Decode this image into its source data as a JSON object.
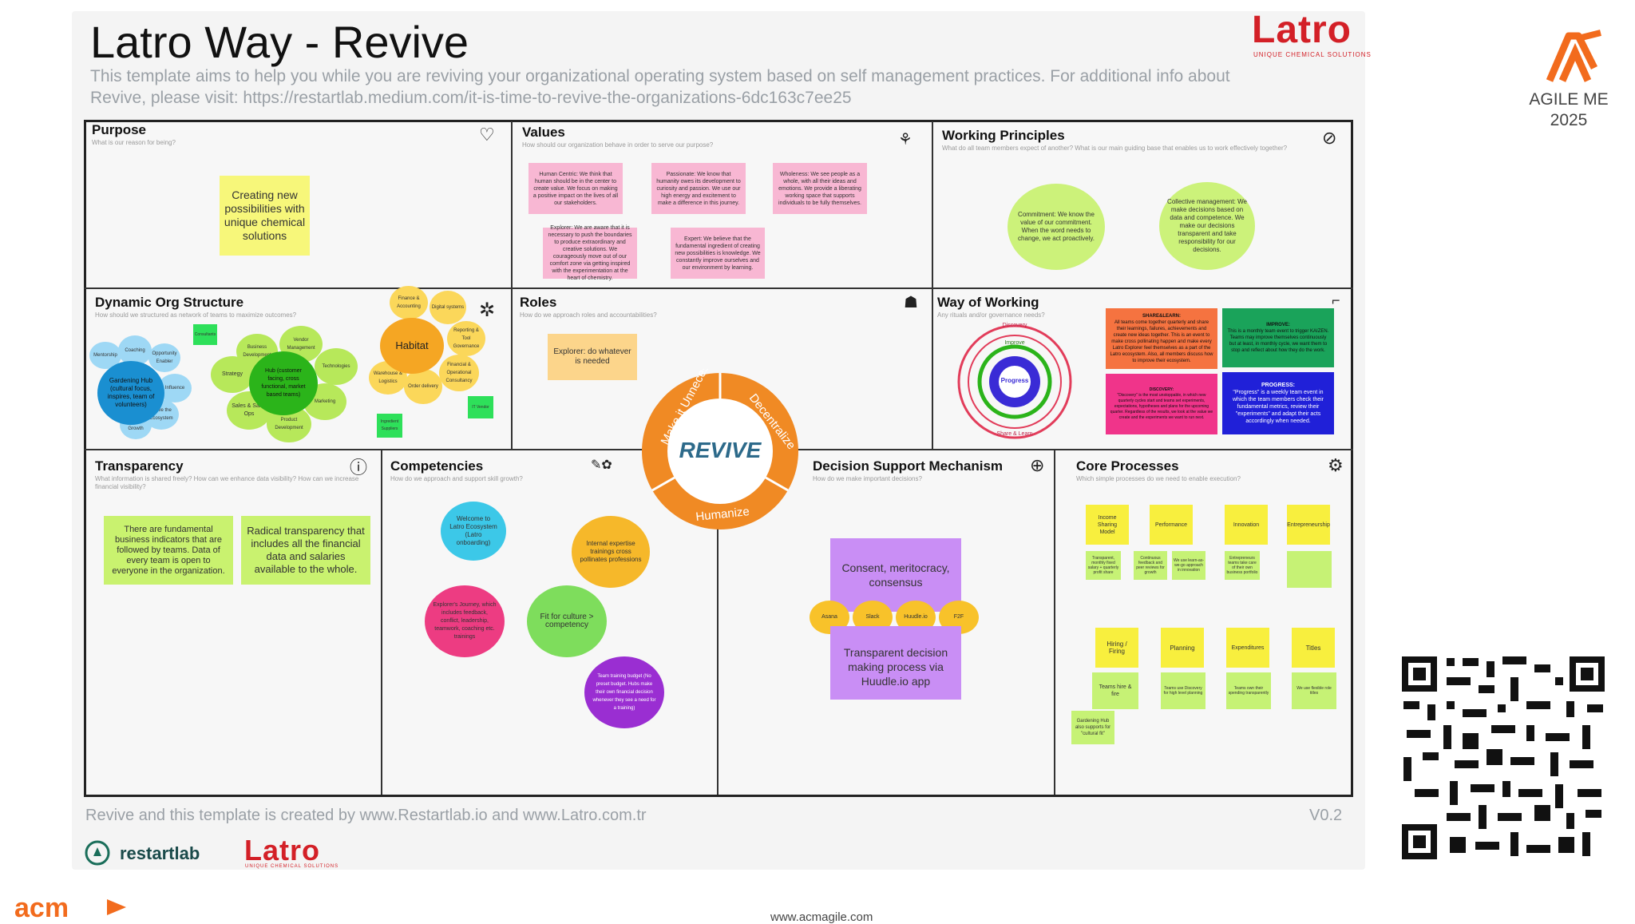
{
  "header": {
    "title": "Latro Way - Revive",
    "subtitle": "This template aims to help you while you are reviving your organizational operating system based on self management practices. For additional info about Revive, please visit: https://restartlab.medium.com/it-is-time-to-revive-the-organizations-6dc163c7ee25",
    "brand": "Latro",
    "brand_tag": "UNIQUE CHEMICAL SOLUTIONS"
  },
  "agile": {
    "line1": "AGILE ME",
    "line2": "2025"
  },
  "sections": {
    "purpose": {
      "title": "Purpose",
      "question": "What is our reason for being?",
      "note": "Creating new possibilities with unique chemical solutions"
    },
    "values": {
      "title": "Values",
      "question": "How should our organization behave in order to serve our purpose?",
      "notes": [
        "Human Centric: We think that human should be in the center to create value. We focus on making a positive impact on the lives of all our stakeholders.",
        "Passionate: We know that humanity owes its development to curiosity and passion. We use our high energy and excitement to make a difference in this journey.",
        "Wholeness: We see people as a whole, with all their ideas and emotions. We provide a liberating working space that supports individuals to be fully themselves.",
        "Explorer: We are aware that it is necessary to push the boundaries to produce extraordinary and creative solutions. We courageously move out of our comfort zone via getting inspired with the experimentation at the heart of chemistry.",
        "Expert: We believe that the fundamental ingredient of creating new possibilities is knowledge. We constantly improve ourselves and our environment by learning."
      ]
    },
    "principles": {
      "title": "Working Principles",
      "question": "What do all team members expect of another? What is our main guiding base that enables us to work effectively together?",
      "notes": [
        "Commitment: We know the value of our commitment. When the word needs to change, we act proactively.",
        "Collective management: We make decisions based on data and competence. We make our decisions transparent and take responsibility for our decisions."
      ]
    },
    "org": {
      "title": "Dynamic Org Structure",
      "question": "How should we structured as network of teams to maximize outcomes?",
      "hub1": "Gardening Hub (cultural focus, inspires, team of volunteers)",
      "hub2": "Hub (customer facing, cross functional, market based teams)",
      "hub3": "Habitat",
      "petals1": [
        "Coaching",
        "Opportunity Enabler",
        "Mentorship",
        "Influence",
        "Serve the Ecosystem",
        "Culture Growth"
      ],
      "petals2": [
        "Business Development",
        "Vendor Management",
        "Technologies",
        "Marketing",
        "Product Development",
        "Sales & Sales Ops",
        "Strategy"
      ],
      "petals3": [
        "Finance & Accounting",
        "Digital systems",
        "Reporting & Tool Governance",
        "Financial & Operational Consultancy",
        "Order delivery",
        "Warehouse & Logistics"
      ],
      "tags": [
        "Consultants",
        "Ingredient Suppliers",
        "IT Vendor"
      ]
    },
    "roles": {
      "title": "Roles",
      "question": "How do we approach roles and accountabilities?",
      "note": "Explorer: do whatever is needed"
    },
    "wow": {
      "title": "Way of Working",
      "question": "Any rituals and/or governance needs?",
      "cycle": [
        "Discovery",
        "Improve",
        "Progress",
        "Share & Learn"
      ],
      "notes": [
        {
          "head": "SHARE&LEARN:",
          "body": "All teams come together quarterly and share their learnings, failures, achievements and create new ideas together. This is an event to make cross pollinating happen and make every Latro Explorer feel themselves as a part of the Latro ecosystem. Also, all members discuss how to improve their ecosystem."
        },
        {
          "head": "IMPROVE:",
          "body": "This is a monthly team event to trigger KAIZEN. Teams may improve themselves continuously but at least, in monthly cycle, we want them to stop and reflect about how they do the work."
        },
        {
          "head": "DISCOVERY:",
          "body": "\"Discovery\" is the most unstoppable, in which new quarterly cycles start and teams set experiments, expectations, hypotheses and plans for the upcoming quarter. Regardless of the results, we look at the value we create and the experiments we want to run next."
        },
        {
          "head": "PROGRESS:",
          "body": "\"Progress\" is a weekly team event in which the team members check their fundamental metrics, review their \"experiments\" and adapt their acts accordingly when needed."
        }
      ]
    },
    "transparency": {
      "title": "Transparency",
      "question": "What information is shared freely? How can we enhance data visibility? How can we increase financial visibility?",
      "notes": [
        "There are fundamental business indicators that are followed by teams. Data of every team is open to everyone in the organization.",
        "Radical transparency that includes all the financial data and salaries available to the whole."
      ]
    },
    "competencies": {
      "title": "Competencies",
      "question": "How do we approach and support skill growth?",
      "notes": [
        "Welcome to Latro Ecosystem (Latro onboarding)",
        "Internal expertise trainings cross pollinates professions",
        "Explorer's Journey, which includes feedback, conflict, leadership, teamwork, coaching etc. trainings",
        "Fit for culture > competency",
        "Team training budget (No preset budget. Hubs make their own financial decision whenever they see a need for a training)"
      ]
    },
    "decision": {
      "title": "Decision Support Mechanism",
      "question": "How do we make important decisions?",
      "top": "Consent, meritocracy, consensus",
      "tools": [
        "Asana",
        "Slack",
        "Huudle.io",
        "F2F"
      ],
      "bottom": "Transparent decision making process via Huudle.io app"
    },
    "core": {
      "title": "Core Processes",
      "question": "Which simple processes do we need to enable execution?",
      "heads1": [
        "Income Sharing Model",
        "Performance",
        "Innovation",
        "Entrepreneurship"
      ],
      "heads2": [
        "Hiring / Firing",
        "Planning",
        "Expenditures",
        "Titles"
      ],
      "notes1": [
        "Transparent, monthly fixed salary + quarterly profit share",
        "Continuous feedback and peer reviews for growth",
        "We use learn-as-we-go approach in innovation",
        "Entrepreneurs teams take care of their own business portfolio"
      ],
      "notes2": [
        "Teams hire & fire",
        "Teams use Discovery for high level planning",
        "Teams own their spending transparently",
        "We use flexible role titles"
      ],
      "extra": "Gardening Hub also supports for \"cultural fit\""
    },
    "revive": {
      "center": "REVIVE",
      "arcs": [
        "Make it Unnecessary",
        "Decentralize",
        "Humanize"
      ]
    }
  },
  "footer": {
    "credit": "Revive and this template is created by www.Restartlab.io and www.Latro.com.tr",
    "version": "V0.2",
    "restartlab": "restartlab",
    "latro": "Latro",
    "latro_tag": "UNIQUE CHEMICAL SOLUTIONS",
    "acm": "acm",
    "url": "www.acmagile.com"
  },
  "colors": {
    "latro_red": "#d32027",
    "revive_orange": "#f08a24",
    "agile_orange": "#f26b1d"
  }
}
